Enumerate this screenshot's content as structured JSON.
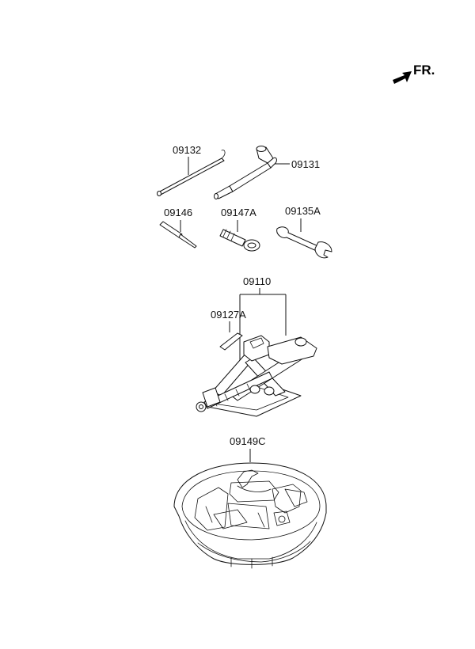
{
  "direction": {
    "label": "FR."
  },
  "parts": [
    {
      "id": "p09132",
      "code": "09132"
    },
    {
      "id": "p09131",
      "code": "09131"
    },
    {
      "id": "p09146",
      "code": "09146"
    },
    {
      "id": "p09147A",
      "code": "09147A"
    },
    {
      "id": "p09135A",
      "code": "09135A"
    },
    {
      "id": "p09110",
      "code": "09110"
    },
    {
      "id": "p09127A",
      "code": "09127A"
    },
    {
      "id": "p09149C",
      "code": "09149C"
    }
  ]
}
